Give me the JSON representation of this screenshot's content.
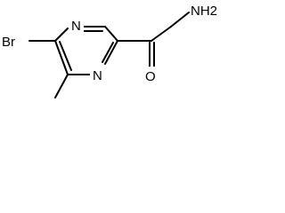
{
  "molecule": {
    "atoms": {
      "n_top": "N",
      "n_bottom": "N",
      "br": "Br",
      "o": "O",
      "nh2": "NH2"
    }
  }
}
